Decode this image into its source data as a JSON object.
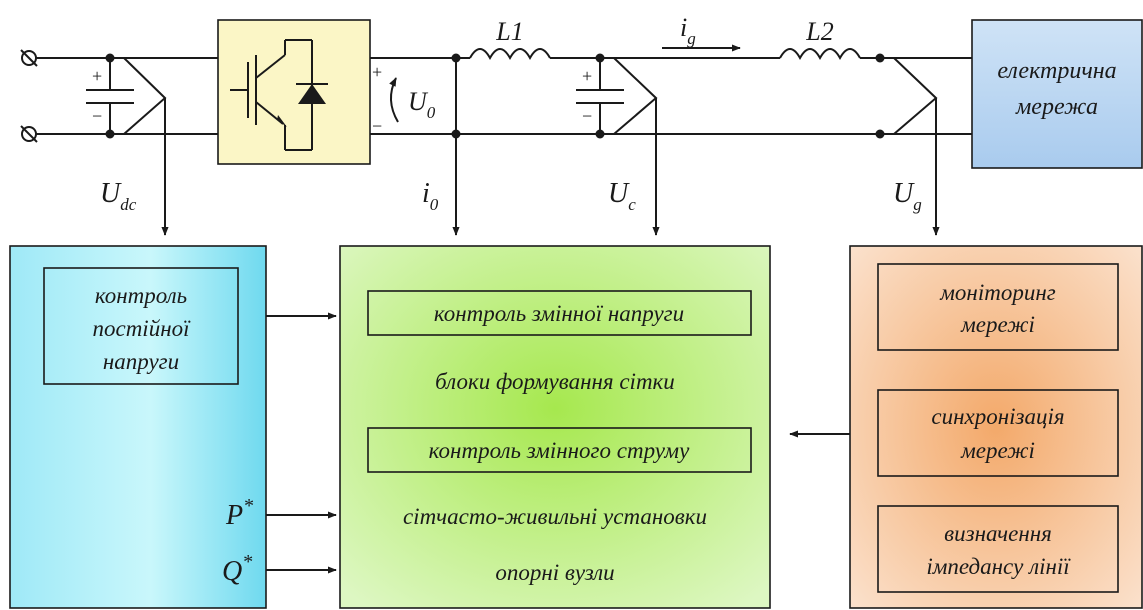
{
  "circuit": {
    "inductor1": "L1",
    "inductor2": "L2",
    "grid_current_symbol": "i",
    "grid_current_sub": "g",
    "inverter_voltage_symbol": "U",
    "inverter_voltage_sub": "0",
    "plus": "+",
    "minus": "−",
    "grid_block_line1": "електрична",
    "grid_block_line2": "мережа",
    "measurements": [
      {
        "symbol": "U",
        "sub": "dc"
      },
      {
        "symbol": "i",
        "sub": "0"
      },
      {
        "symbol": "U",
        "sub": "c"
      },
      {
        "symbol": "U",
        "sub": "g"
      }
    ]
  },
  "control": {
    "left": {
      "box_lines": [
        "контроль",
        "постійної",
        "напруги"
      ],
      "p_label": "P",
      "q_label": "Q",
      "star": "*"
    },
    "center": {
      "box1": "контроль змінної напруги",
      "text1": "блоки формування сітки",
      "box2": "контроль змінного струму",
      "text2": "сітчасто-живильні установки",
      "text3": "опорні вузли"
    },
    "right": {
      "box1_lines": [
        "моніторинг",
        "мережі"
      ],
      "box2_lines": [
        "синхронізація",
        "мережі"
      ],
      "box3_lines": [
        "визначення",
        "імпедансу лінії"
      ]
    }
  },
  "colors": {
    "line": "#1a1a1a",
    "inverter_fill": "#fbf6c6",
    "grid_fill": "#bcd8f2",
    "left_panel_fill": "#aef0f8",
    "center_panel_fill": "#c8f09a",
    "right_panel_fill": "#f7c79c"
  }
}
